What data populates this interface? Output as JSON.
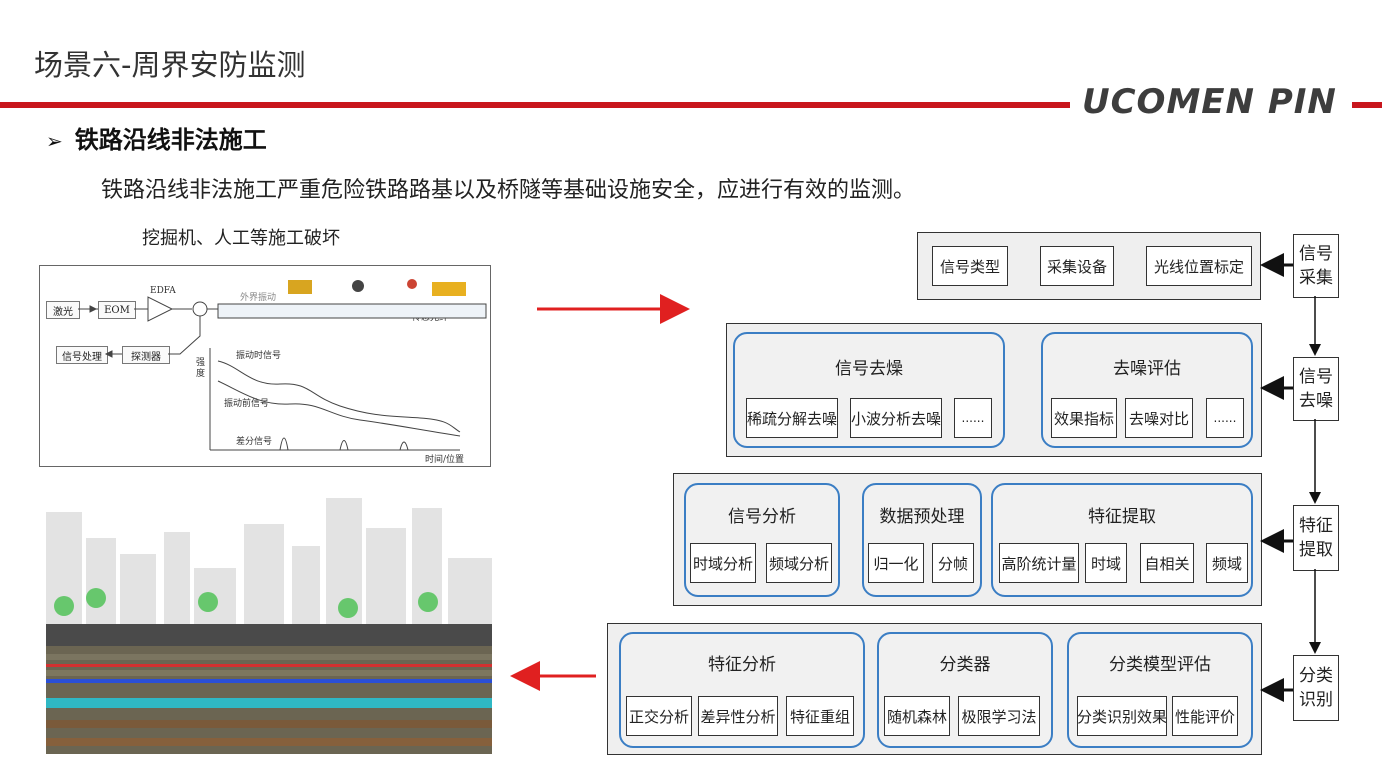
{
  "header": {
    "title": "场景六-周界安防监测",
    "logo": "UCOMEN PIN"
  },
  "section": {
    "heading": "铁路沿线非法施工",
    "description": "铁路沿线非法施工严重危险铁路路基以及桥隧等基础设施安全，应进行有效的监测。",
    "scene_caption": "挖掘机、人工等施工破坏"
  },
  "schematic": {
    "laser": "激光",
    "eom": "EOM",
    "edfa": "EDFA",
    "signal_processing": "信号处理",
    "detector": "探测器",
    "external_vibration": "外界振动",
    "sensing_fiber": "传感光纤",
    "intensity": "强度",
    "signal_during": "振动时信号",
    "signal_before": "振动前信号",
    "diff_signal": "差分信号",
    "time_position": "时间/位置"
  },
  "pipeline": {
    "stages": [
      {
        "label": "信号\n采集"
      },
      {
        "label": "信号\n去噪"
      },
      {
        "label": "特征\n提取"
      },
      {
        "label": "分类\n识别"
      }
    ],
    "row1": {
      "items": [
        "信号类型",
        "采集设备",
        "光线位置标定"
      ]
    },
    "row2": {
      "groups": [
        {
          "title": "信号去燥",
          "items": [
            "稀疏分解去噪",
            "小波分析去噪",
            "......"
          ]
        },
        {
          "title": "去噪评估",
          "items": [
            "效果指标",
            "去噪对比",
            "......"
          ]
        }
      ]
    },
    "row3": {
      "groups": [
        {
          "title": "信号分析",
          "items": [
            "时域分析",
            "频域分析"
          ]
        },
        {
          "title": "数据预处理",
          "items": [
            "归一化",
            "分帧"
          ]
        },
        {
          "title": "特征提取",
          "items": [
            "高阶统计量",
            "时域",
            "自相关",
            "频域"
          ]
        }
      ]
    },
    "row4": {
      "groups": [
        {
          "title": "特征分析",
          "items": [
            "正交分析",
            "差异性分析",
            "特征重组"
          ]
        },
        {
          "title": "分类器",
          "items": [
            "随机森林",
            "极限学习法"
          ]
        },
        {
          "title": "分类模型评估",
          "items": [
            "分类识别效果",
            "性能评价"
          ]
        }
      ]
    }
  },
  "colors": {
    "accent_red": "#c8161d",
    "group_border": "#3b7ec4",
    "frame_bg": "#efefef"
  }
}
